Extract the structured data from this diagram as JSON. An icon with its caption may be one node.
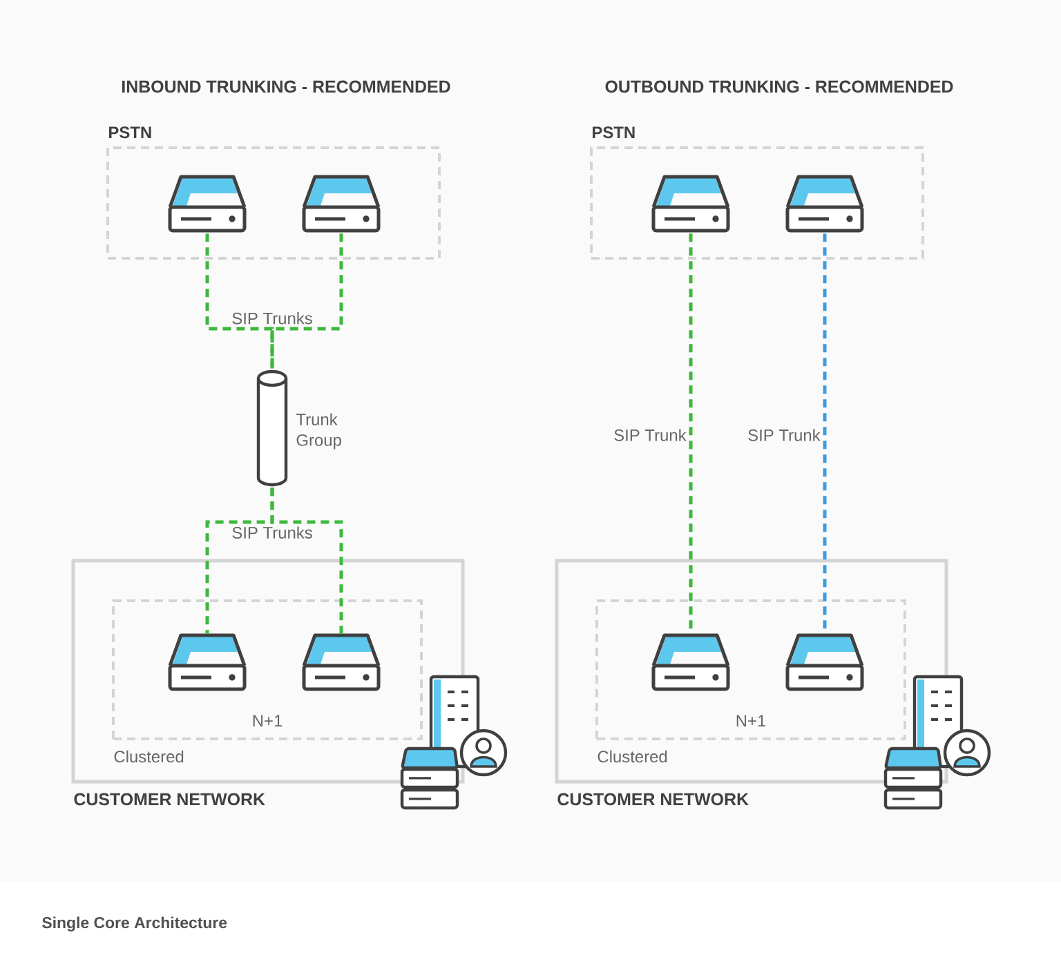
{
  "diagram": {
    "caption": "Single Core Architecture",
    "nodes": [
      {
        "text": [
          "PSTN"
        ]
      },
      {
        "text": [],
        "shape": "picture",
        "in": 0
      },
      {
        "text": [],
        "shape": "picture",
        "in": 0
      },
      {
        "text": [],
        "shape": "cylinder",
        "beside": [
          "Trunk Group"
        ]
      },
      {
        "text": [
          "CUSTOMER NETWORK"
        ]
      },
      {
        "text": [
          "N+1",
          "Clustered"
        ],
        "in": 4
      },
      {
        "text": [],
        "shape": "picture",
        "in": 5
      },
      {
        "text": [],
        "shape": "picture",
        "in": 5
      },
      {
        "text": [
          "PSTN"
        ]
      },
      {
        "text": [],
        "shape": "picture",
        "in": 8
      },
      {
        "text": [],
        "shape": "picture",
        "in": 8
      },
      {
        "text": [
          "CUSTOMER NETWORK"
        ]
      },
      {
        "text": [
          "N+1",
          "Clustered"
        ],
        "in": 11
      },
      {
        "text": [],
        "shape": "picture",
        "in": 12
      },
      {
        "text": [],
        "shape": "picture",
        "in": 12
      }
    ],
    "edges": [
      {
        "from": 1,
        "to": 3,
        "arrow": "none",
        "style": "dashed",
        "label": "SIP Trunks"
      },
      {
        "from": 2,
        "to": 3,
        "arrow": "none",
        "style": "dashed"
      },
      {
        "from": 3,
        "to": 6,
        "arrow": "none",
        "style": "dashed",
        "label": "SIP Trunks"
      },
      {
        "from": 3,
        "to": 7,
        "arrow": "none",
        "style": "dashed"
      },
      {
        "from": 9,
        "to": 13,
        "arrow": "none",
        "style": "dashed",
        "label": "SIP Trunk"
      },
      {
        "from": 10,
        "to": 14,
        "arrow": "none",
        "style": "dashed",
        "label": "SIP Trunk",
        "color": "#3d9be0"
      }
    ],
    "labels": [
      "INBOUND TRUNKING - RECOMMENDED",
      "OUTBOUND TRUNKING - RECOMMENDED"
    ]
  }
}
